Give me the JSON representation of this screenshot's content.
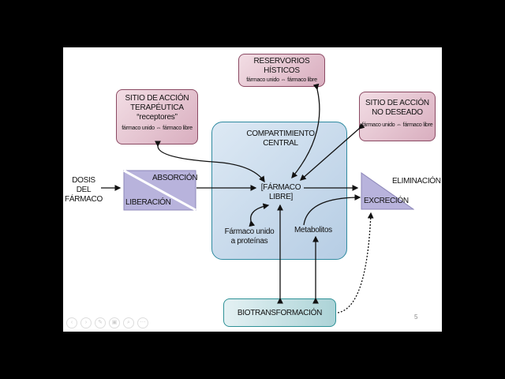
{
  "slide": {
    "page_number": "5",
    "nodes": {
      "reservorios": {
        "title_1": "RESERVORIOS",
        "title_2": "HÍSTICOS",
        "sub": "fármaco unido ⇔ fármaco libre"
      },
      "sitio_terapeutico": {
        "title_1": "SITIO DE ACCIÓN",
        "title_2": "TERAPÉUTICA",
        "title_3": "“receptores”",
        "sub": "fármaco unido ⇔ fármaco libre"
      },
      "sitio_no_deseado": {
        "title_1": "SITIO DE ACCIÓN",
        "title_2": "NO DESEADO",
        "sub": "fármaco unido ⇔ fármaco libre"
      },
      "dosis": {
        "line_1": "DOSIS",
        "line_2": "DEL",
        "line_3": "FÁRMACO"
      },
      "absorcion": "ABSORCIÓN",
      "liberacion": "LIBERACIÓN",
      "compartimiento": {
        "line_1": "COMPARTIMIENTO",
        "line_2": "CENTRAL"
      },
      "farmaco_libre": {
        "line_1": "[FÁRMACO",
        "line_2": "LIBRE]"
      },
      "unido_proteinas": {
        "line_1": "Fármaco unido",
        "line_2": "a proteínas"
      },
      "metabolitos": "Metabolitos",
      "eliminacion": "ELIMINACIÓN",
      "excrecion": "EXCRECIÓN",
      "biotransformacion": "BIOTRANSFORMACIÓN"
    },
    "colors": {
      "pink_border": "#8b4a63",
      "blue_border": "#2f8aa0",
      "teal_border": "#2f9297",
      "triangle_fill": "#b8b3dc"
    }
  },
  "viewer_controls": [
    {
      "icon": "previous-icon",
      "glyph": "‹"
    },
    {
      "icon": "next-icon",
      "glyph": "›"
    },
    {
      "icon": "pen-icon",
      "glyph": "✎"
    },
    {
      "icon": "slides-icon",
      "glyph": "▣"
    },
    {
      "icon": "zoom-icon",
      "glyph": "⌕"
    },
    {
      "icon": "more-icon",
      "glyph": "⋯"
    }
  ]
}
